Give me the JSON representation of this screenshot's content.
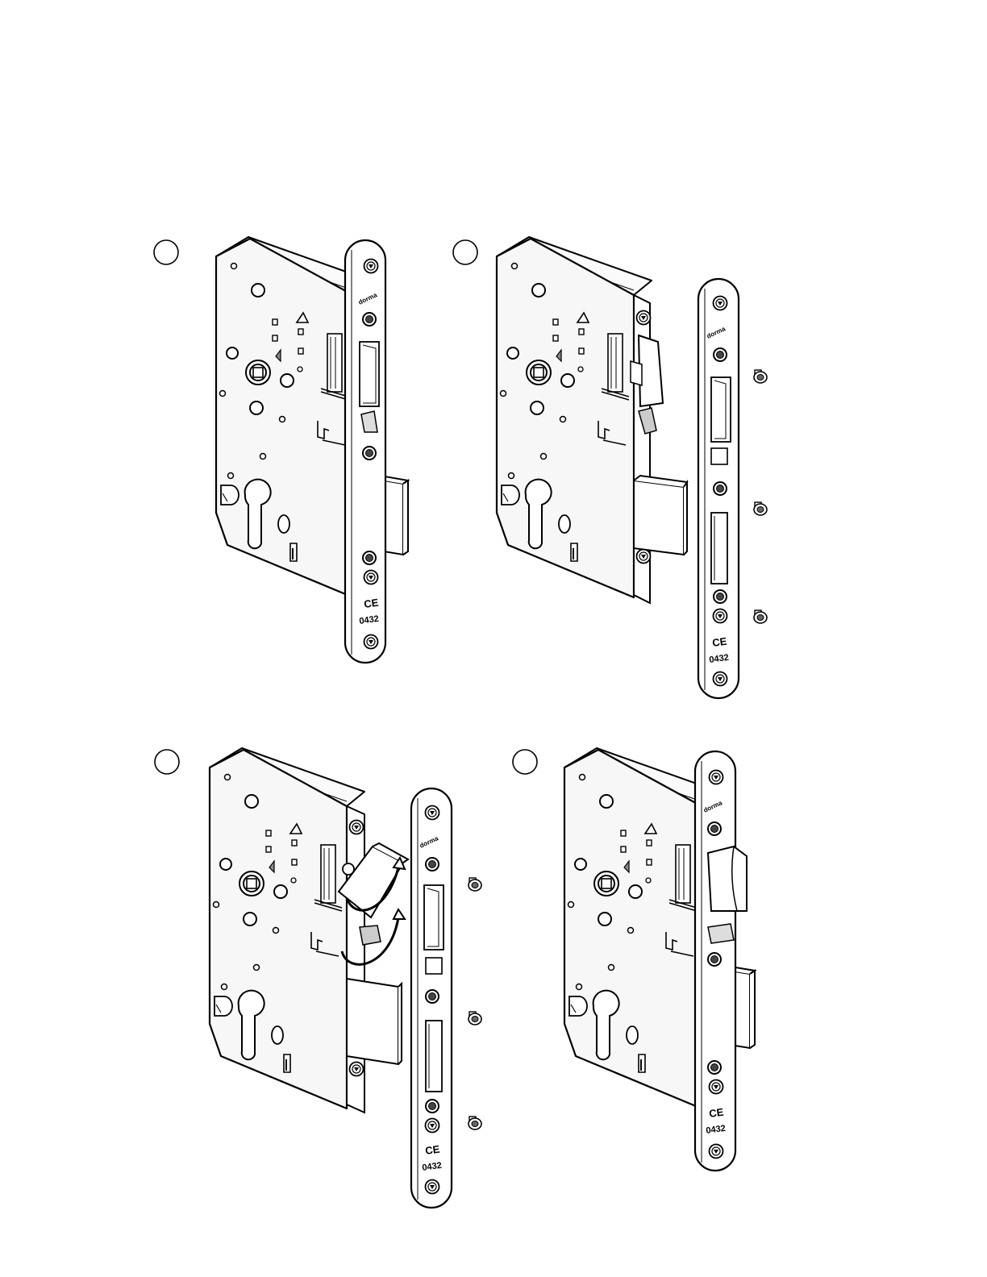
{
  "document": {
    "background": "#ffffff",
    "line_color": "#000000",
    "fill_color": "#f4f4f4"
  },
  "steps": [
    {
      "id": 1,
      "marker": "",
      "faceplate": {
        "brand": "dorma",
        "cert_mark": "CE",
        "cert_number": "0432"
      }
    },
    {
      "id": 2,
      "marker": "",
      "faceplate": {
        "brand": "dorma",
        "cert_mark": "CE",
        "cert_number": "0432"
      }
    },
    {
      "id": 3,
      "marker": "",
      "faceplate": {
        "brand": "dorma",
        "cert_mark": "CE",
        "cert_number": "0432"
      }
    },
    {
      "id": 4,
      "marker": "",
      "faceplate": {
        "brand": "dorma",
        "cert_mark": "CE",
        "cert_number": "0432"
      }
    }
  ]
}
